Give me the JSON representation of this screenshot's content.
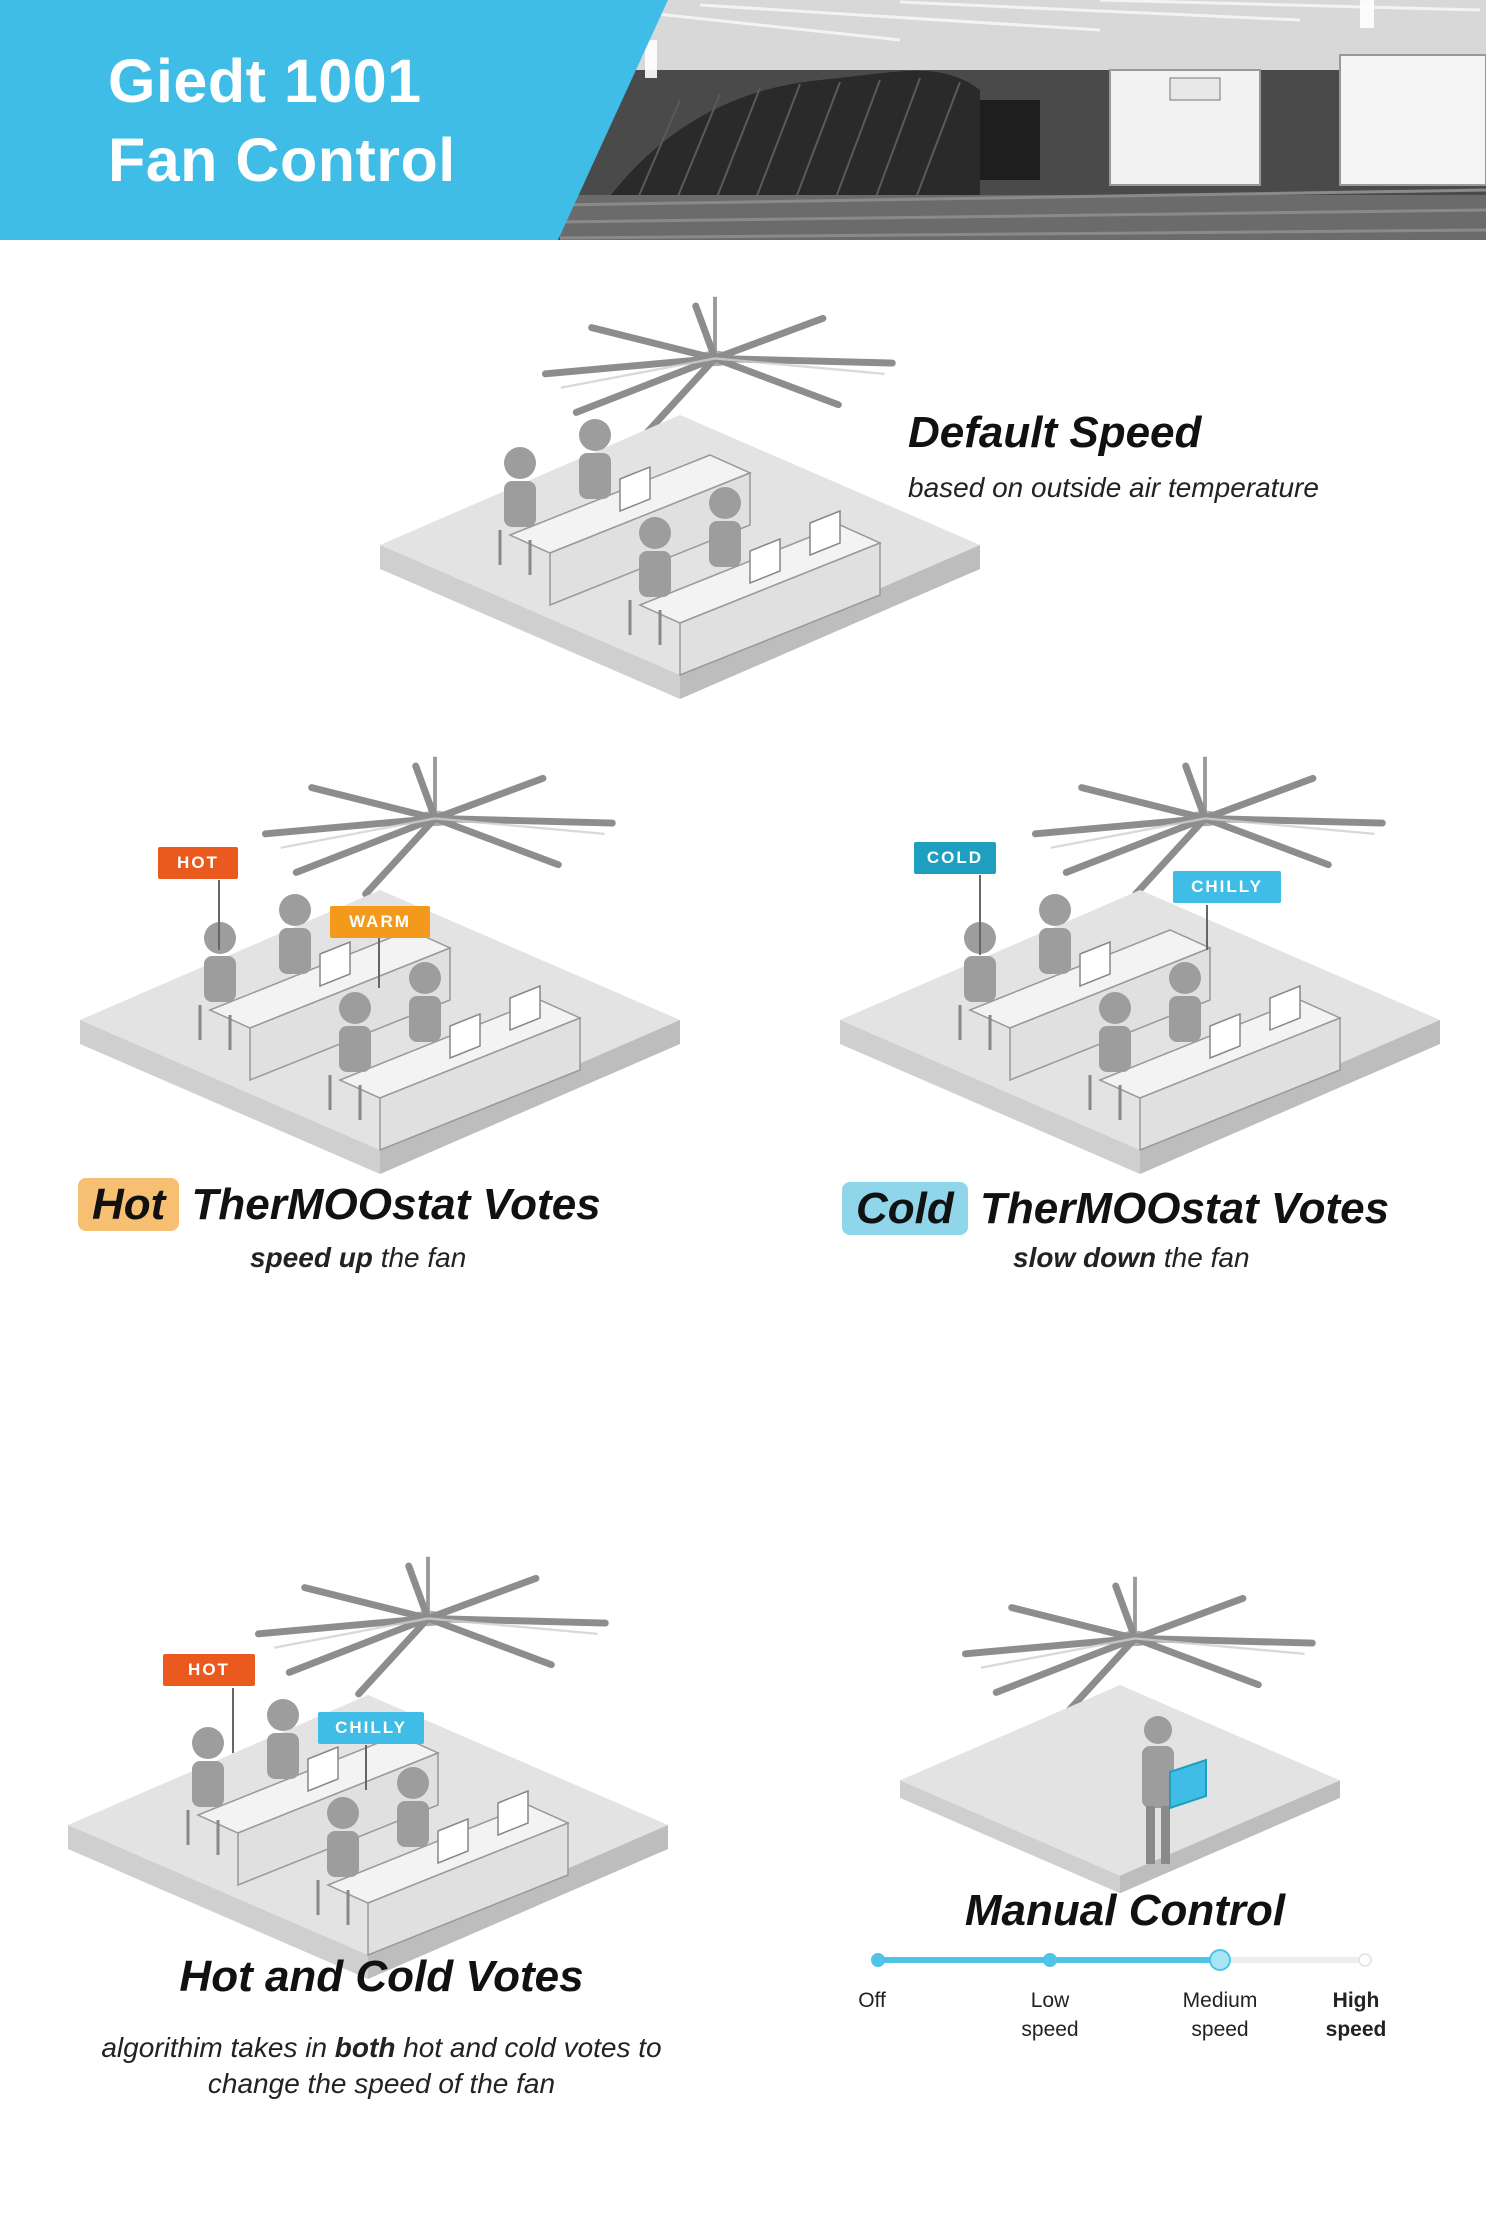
{
  "header": {
    "title_line_1": "Giedt 1001",
    "title_line_2": "Fan Control",
    "banner_color": "#3fbde6"
  },
  "default_speed": {
    "title": "Default Speed",
    "subtitle": "based on outside air temperature"
  },
  "hot_votes": {
    "title_highlight": "Hot",
    "title_rest": "TherMOOstat Votes",
    "subtitle_bold": "speed up",
    "subtitle_rest": "the fan",
    "tags": [
      "HOT",
      "WARM"
    ]
  },
  "cold_votes": {
    "title_highlight": "Cold",
    "title_rest": "TherMOOstat Votes",
    "subtitle_bold": "slow down",
    "subtitle_rest": "the fan",
    "tags": [
      "COLD",
      "CHILLY"
    ]
  },
  "mixed_votes": {
    "title": "Hot and Cold Votes",
    "subtitle_pre": "algorithim takes in",
    "subtitle_bold": "both",
    "subtitle_post": "hot and cold votes to",
    "subtitle_line2": "change the speed of the fan",
    "tags": [
      "HOT",
      "CHILLY"
    ]
  },
  "manual_control": {
    "title": "Manual Control",
    "slider": {
      "positions": [
        {
          "line1": "Off",
          "line2": ""
        },
        {
          "line1": "Low",
          "line2": "speed"
        },
        {
          "line1": "Medium",
          "line2": "speed"
        },
        {
          "line1": "High",
          "line2": "speed"
        }
      ],
      "selected_index": 2,
      "bold_index": 3,
      "track_color": "#4fc3e8"
    }
  },
  "colors": {
    "hot": "#ea5a1e",
    "warm": "#f39a1c",
    "cold": "#1f9fbf",
    "chilly": "#3fbde6",
    "hot_highlight": "#f6bf72",
    "cold_highlight": "#8fd6ea"
  }
}
